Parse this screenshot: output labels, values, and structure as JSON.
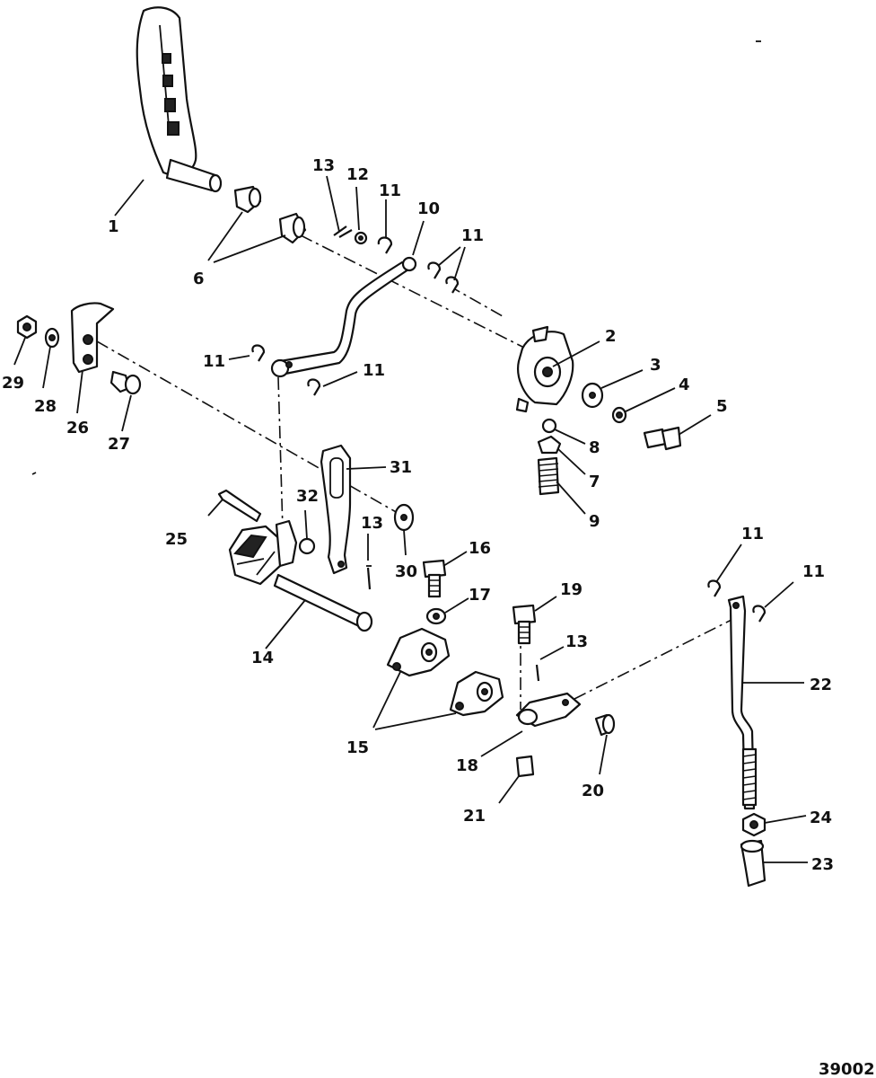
{
  "diagram": {
    "figure_number": "39002",
    "callouts": [
      "1",
      "2",
      "3",
      "4",
      "5",
      "6",
      "7",
      "8",
      "9",
      "10",
      "11",
      "12",
      "13",
      "14",
      "15",
      "16",
      "17",
      "18",
      "19",
      "20",
      "21",
      "22",
      "23",
      "24",
      "25",
      "26",
      "27",
      "28",
      "29",
      "30",
      "31",
      "32"
    ]
  }
}
